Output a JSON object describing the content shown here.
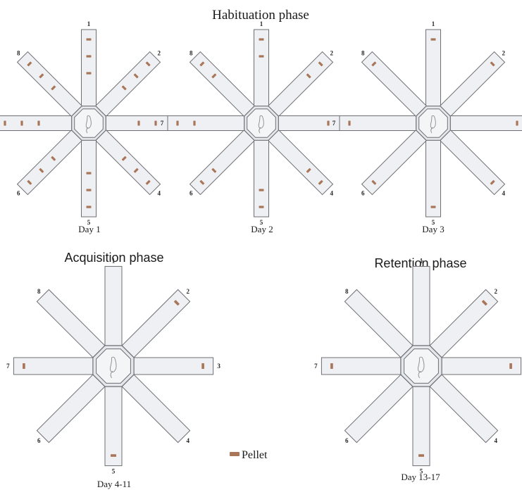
{
  "colors": {
    "pellet": "#a9765a",
    "arm_fill": "#eef0f3",
    "arm_stroke": "#6f6f73"
  },
  "habituation": {
    "title": "Habituation phase",
    "days": [
      "Day 1",
      "Day 2",
      "Day 3"
    ]
  },
  "acquisition": {
    "title": "Acquisition phase",
    "day": "Day 4-11"
  },
  "retention": {
    "title": "Retention phase",
    "day": "Day 13-17"
  },
  "legend": {
    "label": "Pellet"
  },
  "arm_labels": [
    "1",
    "2",
    "3",
    "4",
    "5",
    "6",
    "7",
    "8"
  ],
  "mazes": [
    {
      "id": "day1",
      "pellets_per_arm": {
        "1": 3,
        "2": 3,
        "3": 3,
        "4": 3,
        "5": 3,
        "6": 3,
        "7": 3,
        "8": 3
      }
    },
    {
      "id": "day2",
      "pellets_per_arm": {
        "1": 2,
        "2": 2,
        "3": 2,
        "4": 2,
        "5": 2,
        "6": 2,
        "7": 2,
        "8": 2
      }
    },
    {
      "id": "day3",
      "pellets_per_arm": {
        "1": 1,
        "2": 1,
        "3": 1,
        "4": 1,
        "5": 1,
        "6": 1,
        "7": 1,
        "8": 1
      }
    },
    {
      "id": "day4-11",
      "pellets_per_arm": {
        "2": 1,
        "3": 1,
        "5": 1,
        "7": 1
      }
    },
    {
      "id": "day13-17",
      "pellets_per_arm": {
        "2": 1,
        "3": 1,
        "5": 1,
        "7": 1
      }
    }
  ]
}
